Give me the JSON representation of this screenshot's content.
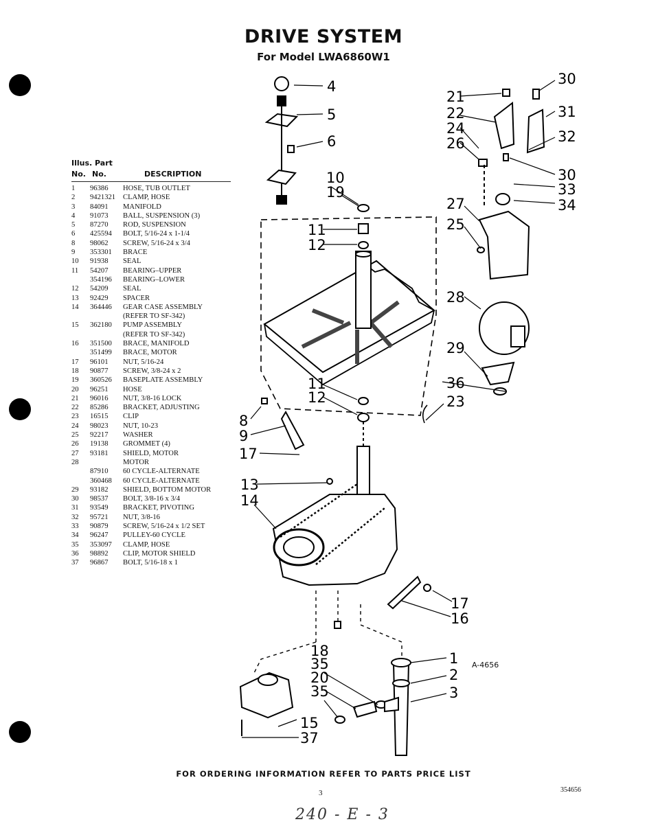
{
  "header": {
    "title": "DRIVE SYSTEM",
    "subtitle": "For Model LWA6860W1"
  },
  "table": {
    "head_line1": "Illus.   Part",
    "head_col1": "No.",
    "head_col2": "No.",
    "head_col3": "DESCRIPTION",
    "rows": [
      {
        "no": "1",
        "part": "96386",
        "desc": "HOSE, TUB OUTLET"
      },
      {
        "no": "2",
        "part": "9421321",
        "desc": "CLAMP, HOSE"
      },
      {
        "no": "3",
        "part": "84091",
        "desc": "MANIFOLD"
      },
      {
        "no": "4",
        "part": "91073",
        "desc": "BALL, SUSPENSION (3)"
      },
      {
        "no": "5",
        "part": "87270",
        "desc": "ROD, SUSPENSION"
      },
      {
        "no": "6",
        "part": "425594",
        "desc": "BOLT, 5/16-24 x 1-1/4"
      },
      {
        "no": "8",
        "part": "98062",
        "desc": "SCREW, 5/16-24 x 3/4"
      },
      {
        "no": "9",
        "part": "353301",
        "desc": "BRACE"
      },
      {
        "no": "10",
        "part": "91938",
        "desc": "SEAL"
      },
      {
        "no": "11",
        "part": "54207",
        "desc": "BEARING–UPPER"
      },
      {
        "no": "",
        "part": "354196",
        "desc": "BEARING–LOWER"
      },
      {
        "no": "12",
        "part": "54209",
        "desc": "SEAL"
      },
      {
        "no": "13",
        "part": "92429",
        "desc": "SPACER"
      },
      {
        "no": "14",
        "part": "364446",
        "desc": "GEAR CASE ASSEMBLY"
      },
      {
        "no": "",
        "part": "",
        "desc": "(REFER TO SF-342)"
      },
      {
        "no": "15",
        "part": "362180",
        "desc": "PUMP ASSEMBLY"
      },
      {
        "no": "",
        "part": "",
        "desc": "(REFER TO SF-342)"
      },
      {
        "no": "16",
        "part": "351500",
        "desc": "BRACE, MANIFOLD"
      },
      {
        "no": "",
        "part": "351499",
        "desc": "BRACE, MOTOR"
      },
      {
        "no": "17",
        "part": "96101",
        "desc": "NUT, 5/16-24"
      },
      {
        "no": "18",
        "part": "90877",
        "desc": "SCREW, 3/8-24 x 2"
      },
      {
        "no": "19",
        "part": "360526",
        "desc": "BASEPLATE ASSEMBLY"
      },
      {
        "no": "20",
        "part": "96251",
        "desc": "HOSE"
      },
      {
        "no": "21",
        "part": "96016",
        "desc": "NUT, 3/8-16 LOCK"
      },
      {
        "no": "22",
        "part": "85286",
        "desc": "BRACKET, ADJUSTING"
      },
      {
        "no": "23",
        "part": "16515",
        "desc": "CLIP"
      },
      {
        "no": "24",
        "part": "98023",
        "desc": "NUT, 10-23"
      },
      {
        "no": "25",
        "part": "92217",
        "desc": "WASHER"
      },
      {
        "no": "26",
        "part": "19138",
        "desc": "GROMMET (4)"
      },
      {
        "no": "27",
        "part": "93181",
        "desc": "SHIELD, MOTOR"
      },
      {
        "no": "28",
        "part": "",
        "desc": "MOTOR"
      },
      {
        "no": "",
        "part": "87910",
        "desc": "60 CYCLE-ALTERNATE"
      },
      {
        "no": "",
        "part": "360468",
        "desc": "60 CYCLE-ALTERNATE"
      },
      {
        "no": "29",
        "part": "93182",
        "desc": "SHIELD, BOTTOM MOTOR"
      },
      {
        "no": "30",
        "part": "98537",
        "desc": "BOLT, 3/8-16 x 3/4"
      },
      {
        "no": "31",
        "part": "93549",
        "desc": "BRACKET, PIVOTING"
      },
      {
        "no": "32",
        "part": "95721",
        "desc": "NUT, 3/8-16"
      },
      {
        "no": "33",
        "part": "90879",
        "desc": "SCREW, 5/16-24 x 1/2 SET"
      },
      {
        "no": "34",
        "part": "96247",
        "desc": "PULLEY-60 CYCLE"
      },
      {
        "no": "35",
        "part": "353097",
        "desc": "CLAMP, HOSE"
      },
      {
        "no": "36",
        "part": "98892",
        "desc": "CLIP, MOTOR SHIELD"
      },
      {
        "no": "37",
        "part": "96867",
        "desc": "BOLT, 5/16-18 x 1"
      }
    ]
  },
  "diagram": {
    "figure_ref": "A-4656",
    "callouts": [
      "4",
      "5",
      "6",
      "10",
      "19",
      "11",
      "12",
      "11",
      "12",
      "8",
      "9",
      "17",
      "13",
      "14",
      "18",
      "35",
      "20",
      "35",
      "15",
      "37",
      "1",
      "2",
      "3",
      "17",
      "16",
      "23",
      "36",
      "29",
      "28",
      "25",
      "27",
      "34",
      "33",
      "30",
      "32",
      "26",
      "24",
      "22",
      "21",
      "30",
      "31"
    ]
  },
  "footer": {
    "ordering": "FOR ORDERING INFORMATION REFER TO PARTS PRICE LIST",
    "page": "3",
    "doc_number": "354656",
    "handwritten": "240 - E - 3"
  }
}
